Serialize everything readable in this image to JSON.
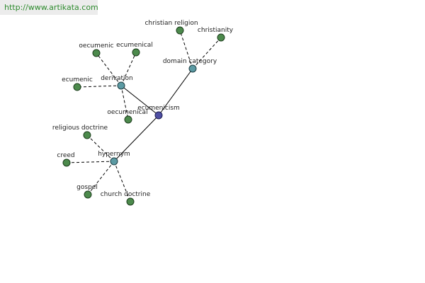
{
  "banner": {
    "url_text": "http://www.artikata.com"
  },
  "colors": {
    "leaf_node": "#4c8a4c",
    "hub_node": "#5b9aa3",
    "center_node": "#4f4fa3",
    "banner_text": "#2e8b2e"
  },
  "graph": {
    "nodes": [
      {
        "id": "ecumenicism",
        "label": "ecumenicism",
        "kind": "center"
      },
      {
        "id": "derivation",
        "label": "derivation",
        "kind": "hub"
      },
      {
        "id": "domain-category",
        "label": "domain category",
        "kind": "hub"
      },
      {
        "id": "hypernym",
        "label": "hypernym",
        "kind": "hub"
      },
      {
        "id": "oecumenic",
        "label": "oecumenic",
        "kind": "leaf"
      },
      {
        "id": "ecumenical",
        "label": "ecumenical",
        "kind": "leaf"
      },
      {
        "id": "ecumenic",
        "label": "ecumenic",
        "kind": "leaf"
      },
      {
        "id": "oecumenical",
        "label": "oecumenical",
        "kind": "leaf"
      },
      {
        "id": "christian-religion",
        "label": "christian religion",
        "kind": "leaf"
      },
      {
        "id": "christianity",
        "label": "christianity",
        "kind": "leaf"
      },
      {
        "id": "religious-doctrine",
        "label": "religious doctrine",
        "kind": "leaf"
      },
      {
        "id": "creed",
        "label": "creed",
        "kind": "leaf"
      },
      {
        "id": "gospel",
        "label": "gospel",
        "kind": "leaf"
      },
      {
        "id": "church-doctrine",
        "label": "church doctrine",
        "kind": "leaf"
      }
    ],
    "edges": [
      {
        "from": "ecumenicism",
        "to": "derivation",
        "style": "solid"
      },
      {
        "from": "ecumenicism",
        "to": "domain-category",
        "style": "solid"
      },
      {
        "from": "ecumenicism",
        "to": "hypernym",
        "style": "solid"
      },
      {
        "from": "derivation",
        "to": "oecumenic",
        "style": "dashed"
      },
      {
        "from": "derivation",
        "to": "ecumenical",
        "style": "dashed"
      },
      {
        "from": "derivation",
        "to": "ecumenic",
        "style": "dashed"
      },
      {
        "from": "derivation",
        "to": "oecumenical",
        "style": "dashed"
      },
      {
        "from": "domain-category",
        "to": "christian-religion",
        "style": "dashed"
      },
      {
        "from": "domain-category",
        "to": "christianity",
        "style": "dashed"
      },
      {
        "from": "hypernym",
        "to": "religious-doctrine",
        "style": "dashed"
      },
      {
        "from": "hypernym",
        "to": "creed",
        "style": "dashed"
      },
      {
        "from": "hypernym",
        "to": "gospel",
        "style": "dashed"
      },
      {
        "from": "hypernym",
        "to": "church-doctrine",
        "style": "dashed"
      }
    ]
  }
}
